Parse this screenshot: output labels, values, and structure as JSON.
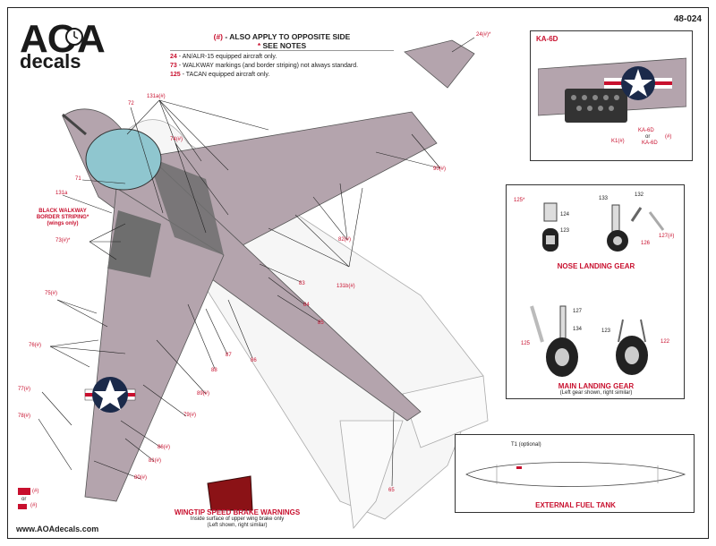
{
  "header": {
    "logo_main": "AOA",
    "logo_sub": "decals",
    "sheet_code": "48-024",
    "website": "www.AOAdecals.com"
  },
  "legend": {
    "title_marker": "(#)",
    "title_text": " - ALSO APPLY TO OPPOSITE SIDE",
    "notes_marker": "*",
    "notes_text": " SEE NOTES",
    "notes": [
      {
        "num": "24",
        "text": " - AN/ALR-15 equipped aircraft only."
      },
      {
        "num": "73",
        "text": " - WALKWAY markings (and border striping) not always standard."
      },
      {
        "num": "125",
        "text": " - TACAN equipped aircraft only."
      }
    ]
  },
  "colors": {
    "accent_red": "#c8102e",
    "aircraft_gray": "#b4a4ad",
    "walkway_dark": "#6e6e6e",
    "canopy": "#8fc6cf",
    "insignia_blue": "#1b2a4a"
  },
  "callouts": {
    "c24": "24(#)*",
    "c131a_top": "131a(#)",
    "c72": "72",
    "c74": "74(#)",
    "c71": "71",
    "c131a_left": "131a",
    "black_walkway": "BLACK WALKWAY BORDER STRIPING* (wings only)",
    "c73": "73(#)*",
    "c90": "90(#)",
    "c82": "82(#)",
    "c83": "83",
    "c84": "84",
    "c85": "85",
    "c131b": "131b(#)",
    "c75": "75(#)",
    "c76": "76(#)",
    "c77": "77(#)",
    "c78": "78(#)",
    "c79": "79(#)",
    "c80": "80(#)",
    "c81": "81(#)",
    "c86h": "86(#)",
    "c86": "86",
    "c87": "87",
    "c88": "88",
    "c89": "89(#)",
    "c65": "65",
    "c_small": "(#)",
    "c_small_or": "or",
    "c_small2": "(#)"
  },
  "ka6d": {
    "title": "KA-6D",
    "k1": "K1(#)",
    "opt_a": "KA-6D",
    "opt_or": "or",
    "opt_b": "KA-6D",
    "opt_hash": "(#)"
  },
  "nose_gear": {
    "title": "NOSE LANDING GEAR",
    "labels": {
      "n125": "125*",
      "n124": "124",
      "n123": "123",
      "n133": "133",
      "n132": "132",
      "n126": "126",
      "n127": "127(#)"
    }
  },
  "main_gear": {
    "title": "MAIN LANDING GEAR",
    "subtitle": "(Left gear shown, right similar)",
    "labels": {
      "m127": "127",
      "m134": "134",
      "m125": "125",
      "m123": "123",
      "m122": "122"
    }
  },
  "fuel_tank": {
    "title": "EXTERNAL FUEL TANK",
    "t1": "T1 (optional)"
  },
  "wingtip": {
    "title": "WINGTIP SPEED BRAKE WARNINGS",
    "line1": "Inside surface of upper wing brake only",
    "line2": "(Left shown, right similar)"
  }
}
